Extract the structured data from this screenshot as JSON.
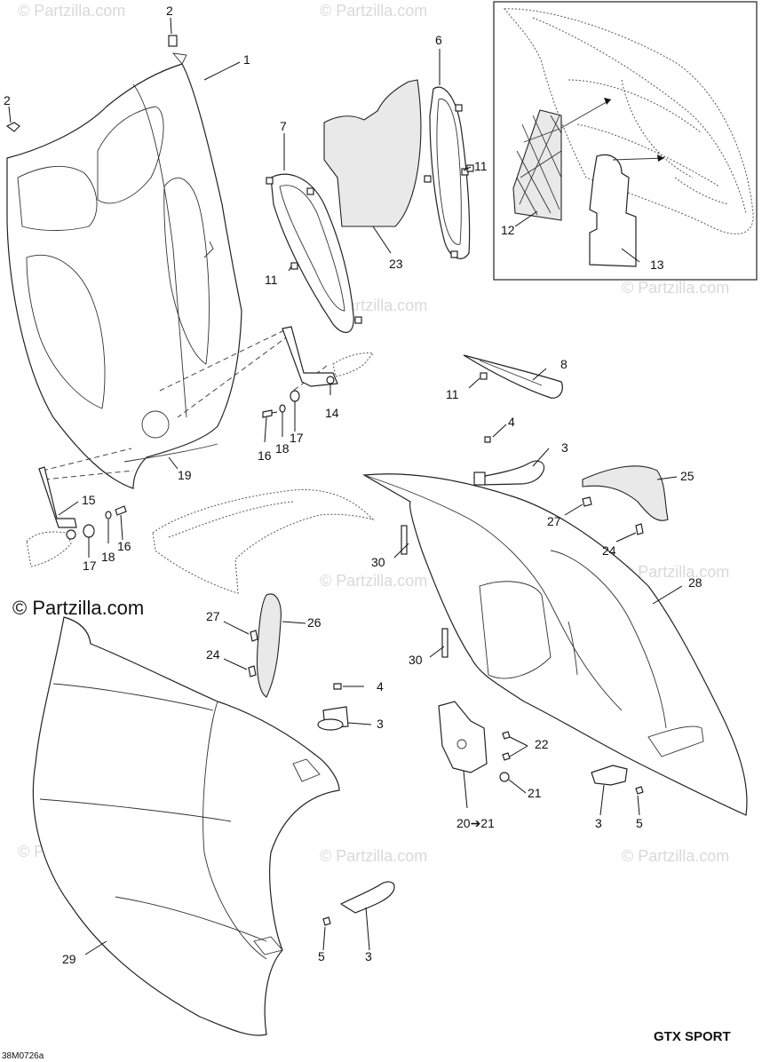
{
  "watermark": "© Partzilla.com",
  "brand_text": "© Partzilla.com",
  "model_label": "GTX SPORT",
  "diagram_code": "38M0726a",
  "callouts": {
    "c1": "1",
    "c2a": "2",
    "c2b": "2",
    "c3a": "3",
    "c3b": "3",
    "c3c": "3",
    "c3d": "3",
    "c4a": "4",
    "c4b": "4",
    "c5a": "5",
    "c5b": "5",
    "c6": "6",
    "c7": "7",
    "c8": "8",
    "c11a": "11",
    "c11b": "11",
    "c11c": "11",
    "c12": "12",
    "c13": "13",
    "c14": "14",
    "c15": "15",
    "c16a": "16",
    "c16b": "16",
    "c17a": "17",
    "c17b": "17",
    "c18a": "18",
    "c18b": "18",
    "c19": "19",
    "c20": "20➔21",
    "c21": "21",
    "c22": "22",
    "c23": "23",
    "c24a": "24",
    "c24b": "24",
    "c25": "25",
    "c26": "26",
    "c27a": "27",
    "c27b": "27",
    "c28": "28",
    "c29": "29",
    "c30a": "30",
    "c30b": "30"
  }
}
